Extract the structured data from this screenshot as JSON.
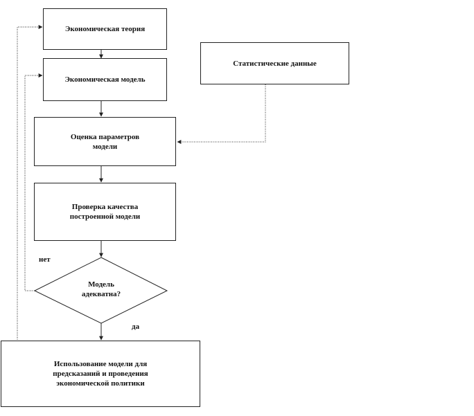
{
  "diagram": {
    "nodes": {
      "theory": "Экономическая теория",
      "model": "Экономическая модель",
      "stats": "Статистические  данные",
      "estimate": "Оценка параметров\nмодели",
      "check": "Проверка качества\nпостроенной модели",
      "decision": "Модель\nадекватна?",
      "use": "Использование модели для\nпредсказаний и проведения\nэкономической политики"
    },
    "edge_labels": {
      "no": "нет",
      "yes": "да"
    }
  },
  "colors": {
    "line": "#222222",
    "dotted": "#333333",
    "background": "#ffffff"
  }
}
